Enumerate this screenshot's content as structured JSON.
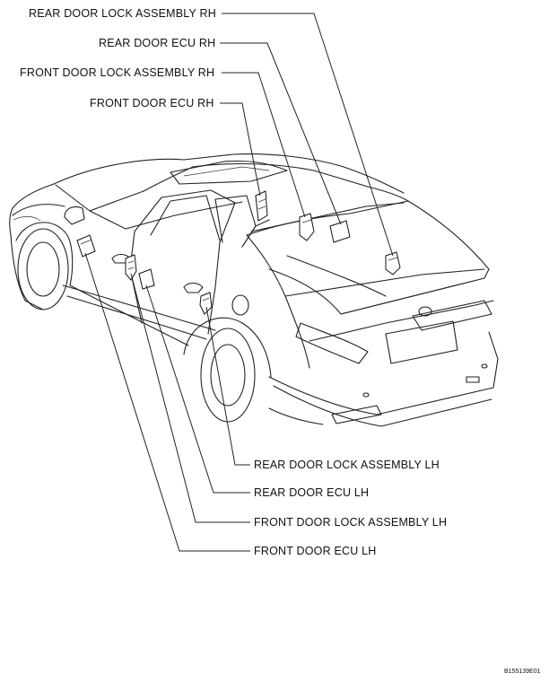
{
  "callouts": {
    "rear_door_lock_rh": "REAR DOOR LOCK ASSEMBLY RH",
    "rear_door_ecu_rh": "REAR DOOR ECU RH",
    "front_door_lock_rh": "FRONT DOOR LOCK ASSEMBLY RH",
    "front_door_ecu_rh": "FRONT DOOR ECU RH",
    "rear_door_lock_lh": "REAR DOOR LOCK ASSEMBLY LH",
    "rear_door_ecu_lh": "REAR DOOR ECU LH",
    "front_door_lock_lh": "FRONT DOOR LOCK ASSEMBLY LH",
    "front_door_ecu_lh": "FRONT DOOR ECU LH"
  },
  "figure_code": "B155139E01"
}
